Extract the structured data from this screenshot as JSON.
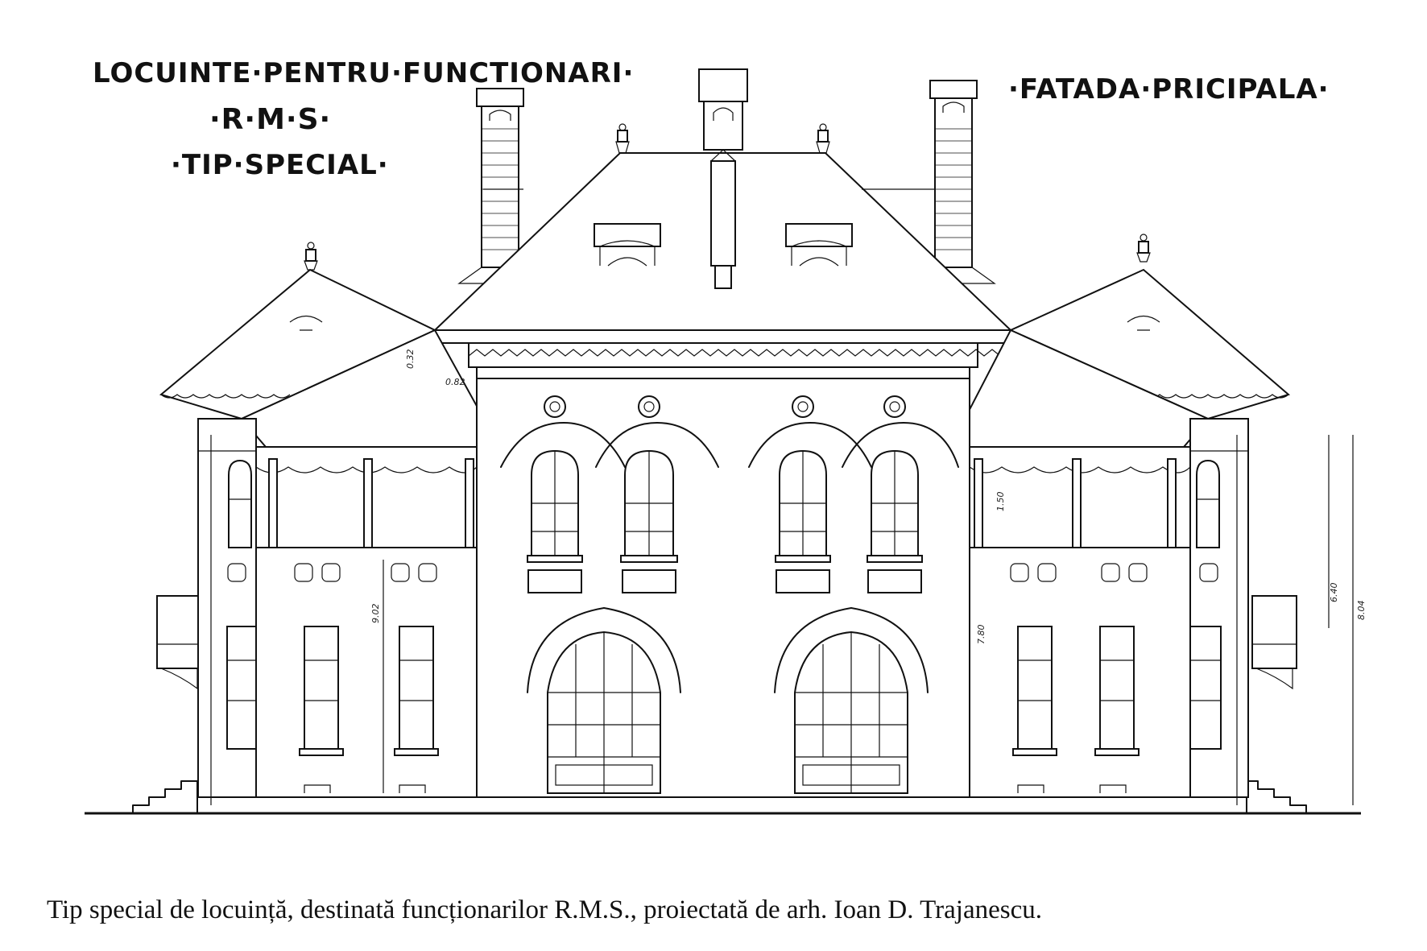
{
  "drawing": {
    "title_line1": "LOCUINTE·PENTRU·FUNCTIONARI·",
    "title_line2": "·R·M·S·",
    "title_line3": "·TIP·SPECIAL·",
    "view_label": "·FATADA·PRICIPALA·",
    "dimensions": {
      "d1": "9.02",
      "d2": "1.50",
      "d3": "6.40",
      "d4": "8.04",
      "d5": "7.80",
      "d6": "0.82",
      "d7": "0.32"
    }
  },
  "caption": "Tip special de locuință, destinată funcționarilor R.M.S., proiectată de arh. Ioan D. Trajanescu."
}
